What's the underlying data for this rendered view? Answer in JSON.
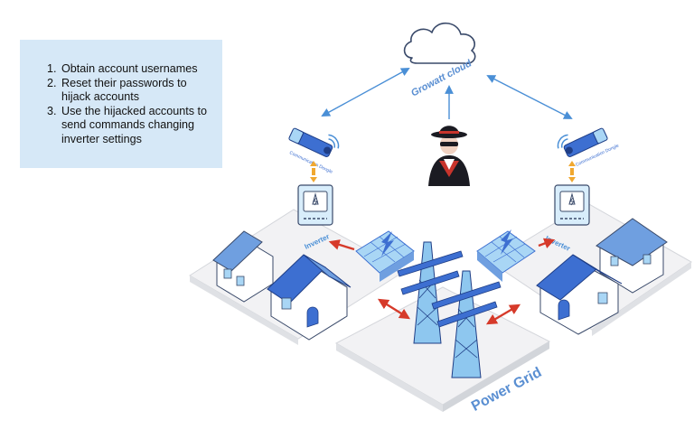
{
  "steps": [
    "Obtain account usernames",
    "Reset their passwords to hijack accounts",
    "Use the hijacked accounts to send commands changing inverter settings"
  ],
  "labels": {
    "cloud": "Growatt cloud",
    "inverter_left": "Inverter",
    "inverter_right": "Inverter",
    "dongle_left": "Communication Dongle",
    "dongle_right": "Communication Dongle",
    "power_grid": "Power Grid"
  },
  "icons": {
    "cloud": "cloud-icon",
    "hacker": "hacker-icon",
    "dongle": "dongle-icon",
    "inverter": "inverter-icon",
    "solar": "solar-panel-icon",
    "house": "house-icon",
    "tower": "transmission-tower-icon"
  },
  "colors": {
    "step_box": "#d6e8f7",
    "accent_blue": "#3d6fd1",
    "light_blue": "#a9d6f5",
    "arrow_blue": "#4a8fd6",
    "arrow_red": "#d63a2a",
    "arrow_orange": "#f0a830",
    "hacker_red": "#c8342c"
  }
}
